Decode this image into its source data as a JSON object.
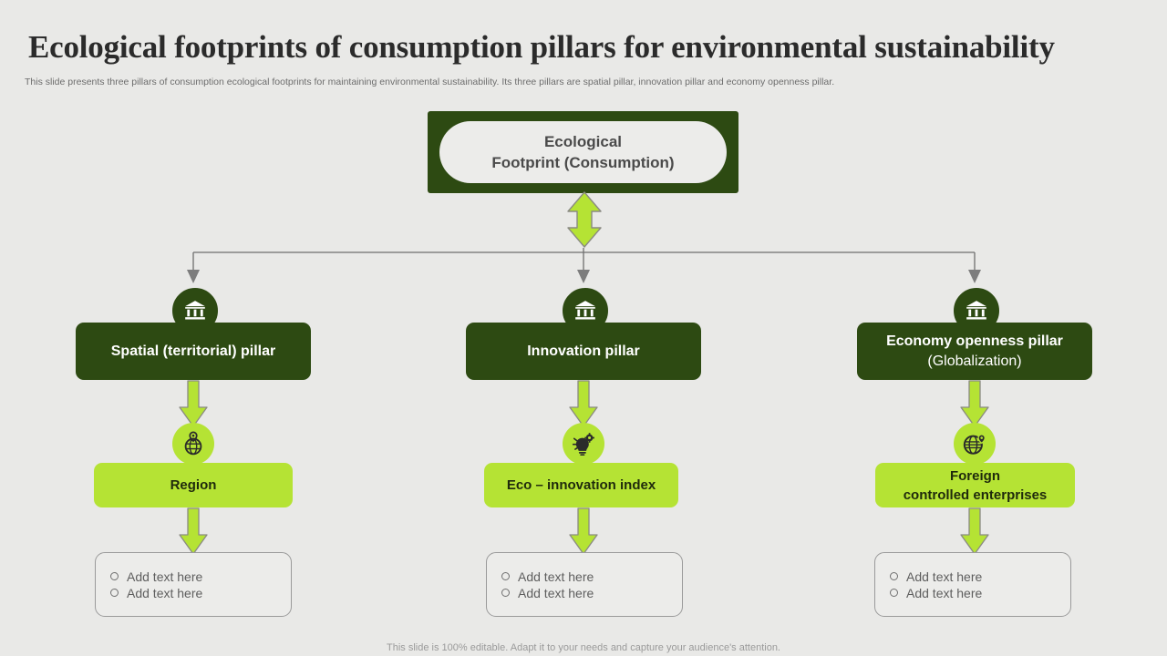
{
  "slide": {
    "title": "Ecological footprints of consumption pillars for environmental sustainability",
    "subtitle": "This slide presents three pillars of consumption ecological footprints for maintaining environmental sustainability. Its three pillars are spatial pillar, innovation pillar and economy openness pillar.",
    "footer": "This slide is 100% editable. Adapt it to your needs and capture your audience's attention."
  },
  "colors": {
    "background": "#e9e9e7",
    "dark_green": "#2d4a12",
    "light_green": "#b5e334",
    "arrow_outline": "#8a8a82",
    "connector_gray": "#6e6e6e",
    "title_text": "#2b2b2b",
    "subtitle_text": "#6d6d6d"
  },
  "root": {
    "line1": "Ecological",
    "line2": "Footprint (Consumption)",
    "icon": "rounded-rectangle-frame"
  },
  "columns": [
    {
      "pillar_icon": "bank-building-icon",
      "pillar_title": "Spatial (territorial) pillar",
      "pillar_subtitle": "",
      "metric_icon": "globe-pin-icon",
      "metric_line1": "Region",
      "metric_line2": "",
      "bullets": [
        "Add text here",
        "Add text here"
      ]
    },
    {
      "pillar_icon": "bank-building-icon",
      "pillar_title": "Innovation pillar",
      "pillar_subtitle": "",
      "metric_icon": "lightbulb-gear-icon",
      "metric_line1": "Eco – innovation index",
      "metric_line2": "",
      "bullets": [
        "Add text here",
        "Add text here"
      ]
    },
    {
      "pillar_icon": "bank-building-icon",
      "pillar_title": "Economy openness pillar",
      "pillar_subtitle": "(Globalization)",
      "metric_icon": "globe-location-icon",
      "metric_line1": "Foreign",
      "metric_line2": "controlled enterprises",
      "bullets": [
        "Add text here",
        "Add text here"
      ]
    }
  ]
}
